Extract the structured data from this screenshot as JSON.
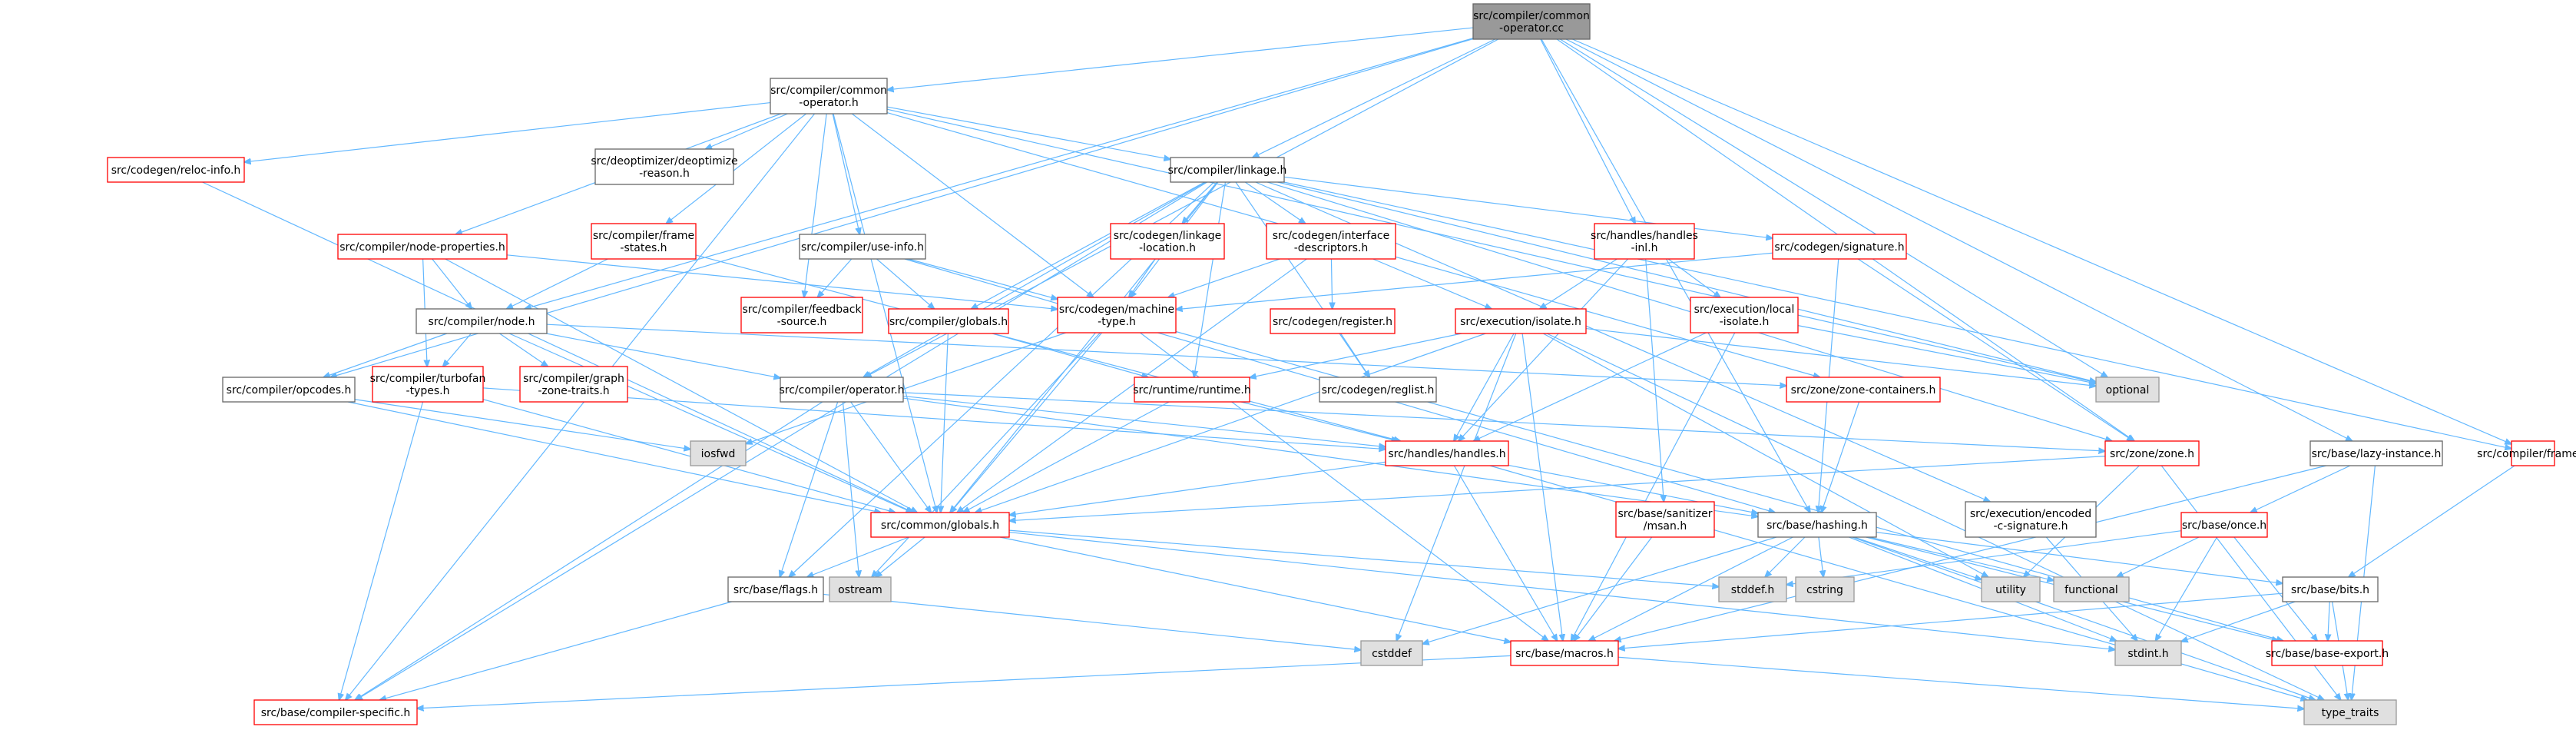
{
  "colors": {
    "edge": "#63b8ff",
    "border_black": "#666666",
    "border_red": "#ff0000",
    "border_gray": "#999999",
    "fill_white": "#ffffff",
    "fill_gray": "#e0e0e0",
    "fill_root": "#999999"
  },
  "nodes": [
    {
      "id": "root",
      "lines": [
        "src/compiler/common",
        "-operator.cc"
      ],
      "style": "root"
    },
    {
      "id": "common_operator_h",
      "lines": [
        "src/compiler/common",
        "-operator.h"
      ],
      "style": "black"
    },
    {
      "id": "reloc_info",
      "lines": [
        "src/codegen/reloc-info.h"
      ],
      "style": "red"
    },
    {
      "id": "deoptimize_reason",
      "lines": [
        "src/deoptimizer/deoptimize",
        "-reason.h"
      ],
      "style": "black"
    },
    {
      "id": "linkage",
      "lines": [
        "src/compiler/linkage.h"
      ],
      "style": "black"
    },
    {
      "id": "node_properties",
      "lines": [
        "src/compiler/node-properties.h"
      ],
      "style": "red"
    },
    {
      "id": "frame_states",
      "lines": [
        "src/compiler/frame",
        "-states.h"
      ],
      "style": "red"
    },
    {
      "id": "use_info",
      "lines": [
        "src/compiler/use-info.h"
      ],
      "style": "black"
    },
    {
      "id": "linkage_location",
      "lines": [
        "src/codegen/linkage",
        "-location.h"
      ],
      "style": "red"
    },
    {
      "id": "interface_descriptors",
      "lines": [
        "src/codegen/interface",
        "-descriptors.h"
      ],
      "style": "red"
    },
    {
      "id": "handles_inl",
      "lines": [
        "src/handles/handles",
        "-inl.h"
      ],
      "style": "red"
    },
    {
      "id": "signature",
      "lines": [
        "src/codegen/signature.h"
      ],
      "style": "red"
    },
    {
      "id": "node_h",
      "lines": [
        "src/compiler/node.h"
      ],
      "style": "black"
    },
    {
      "id": "feedback_source",
      "lines": [
        "src/compiler/feedback",
        "-source.h"
      ],
      "style": "red"
    },
    {
      "id": "globals_compiler",
      "lines": [
        "src/compiler/globals.h"
      ],
      "style": "red"
    },
    {
      "id": "machine_type",
      "lines": [
        "src/codegen/machine",
        "-type.h"
      ],
      "style": "red"
    },
    {
      "id": "register_h",
      "lines": [
        "src/codegen/register.h"
      ],
      "style": "red"
    },
    {
      "id": "isolate",
      "lines": [
        "src/execution/isolate.h"
      ],
      "style": "red"
    },
    {
      "id": "local_isolate",
      "lines": [
        "src/execution/local",
        "-isolate.h"
      ],
      "style": "red"
    },
    {
      "id": "optional",
      "lines": [
        "optional"
      ],
      "style": "gray"
    },
    {
      "id": "opcodes",
      "lines": [
        "src/compiler/opcodes.h"
      ],
      "style": "black"
    },
    {
      "id": "turbofan_types",
      "lines": [
        "src/compiler/turbofan",
        "-types.h"
      ],
      "style": "red"
    },
    {
      "id": "graph_zone_traits",
      "lines": [
        "src/compiler/graph",
        "-zone-traits.h"
      ],
      "style": "red"
    },
    {
      "id": "operator_h",
      "lines": [
        "src/compiler/operator.h"
      ],
      "style": "black"
    },
    {
      "id": "runtime",
      "lines": [
        "src/runtime/runtime.h"
      ],
      "style": "red"
    },
    {
      "id": "reglist",
      "lines": [
        "src/codegen/reglist.h"
      ],
      "style": "black"
    },
    {
      "id": "zone_containers",
      "lines": [
        "src/zone/zone-containers.h"
      ],
      "style": "red"
    },
    {
      "id": "iosfwd",
      "lines": [
        "iosfwd"
      ],
      "style": "gray"
    },
    {
      "id": "handles_h",
      "lines": [
        "src/handles/handles.h"
      ],
      "style": "red"
    },
    {
      "id": "zone_h",
      "lines": [
        "src/zone/zone.h"
      ],
      "style": "red"
    },
    {
      "id": "lazy_instance",
      "lines": [
        "src/base/lazy-instance.h"
      ],
      "style": "black"
    },
    {
      "id": "compiler_frame",
      "lines": [
        "src/compiler/frame.h"
      ],
      "style": "red"
    },
    {
      "id": "common_globals",
      "lines": [
        "src/common/globals.h"
      ],
      "style": "red"
    },
    {
      "id": "msan",
      "lines": [
        "src/base/sanitizer",
        "/msan.h"
      ],
      "style": "red"
    },
    {
      "id": "hashing",
      "lines": [
        "src/base/hashing.h"
      ],
      "style": "black"
    },
    {
      "id": "encoded_c_signature",
      "lines": [
        "src/execution/encoded",
        "-c-signature.h"
      ],
      "style": "black"
    },
    {
      "id": "once",
      "lines": [
        "src/base/once.h"
      ],
      "style": "red"
    },
    {
      "id": "flags",
      "lines": [
        "src/base/flags.h"
      ],
      "style": "black"
    },
    {
      "id": "ostream",
      "lines": [
        "ostream"
      ],
      "style": "gray"
    },
    {
      "id": "stddef",
      "lines": [
        "stddef.h"
      ],
      "style": "gray"
    },
    {
      "id": "cstring",
      "lines": [
        "cstring"
      ],
      "style": "gray"
    },
    {
      "id": "utility",
      "lines": [
        "utility"
      ],
      "style": "gray"
    },
    {
      "id": "functional",
      "lines": [
        "functional"
      ],
      "style": "gray"
    },
    {
      "id": "bits",
      "lines": [
        "src/base/bits.h"
      ],
      "style": "black"
    },
    {
      "id": "cstddef",
      "lines": [
        "cstddef"
      ],
      "style": "gray"
    },
    {
      "id": "macros",
      "lines": [
        "src/base/macros.h"
      ],
      "style": "red"
    },
    {
      "id": "stdint",
      "lines": [
        "stdint.h"
      ],
      "style": "gray"
    },
    {
      "id": "base_export",
      "lines": [
        "src/base/base-export.h"
      ],
      "style": "red"
    },
    {
      "id": "compiler_specific",
      "lines": [
        "src/base/compiler-specific.h"
      ],
      "style": "red"
    },
    {
      "id": "type_traits",
      "lines": [
        "type_traits"
      ],
      "style": "gray"
    }
  ],
  "edges": [
    [
      "root",
      "common_operator_h"
    ],
    [
      "root",
      "linkage"
    ],
    [
      "root",
      "handles_inl"
    ],
    [
      "root",
      "optional"
    ],
    [
      "root",
      "zone_h"
    ],
    [
      "root",
      "lazy_instance"
    ],
    [
      "root",
      "compiler_frame"
    ],
    [
      "root",
      "node_h"
    ],
    [
      "root",
      "opcodes"
    ],
    [
      "root",
      "operator_h"
    ],
    [
      "root",
      "hashing"
    ],
    [
      "common_operator_h",
      "reloc_info"
    ],
    [
      "common_operator_h",
      "deoptimize_reason"
    ],
    [
      "common_operator_h",
      "linkage"
    ],
    [
      "common_operator_h",
      "node_properties"
    ],
    [
      "common_operator_h",
      "frame_states"
    ],
    [
      "common_operator_h",
      "use_info"
    ],
    [
      "common_operator_h",
      "feedback_source"
    ],
    [
      "common_operator_h",
      "machine_type"
    ],
    [
      "common_operator_h",
      "optional"
    ],
    [
      "common_operator_h",
      "compiler_specific"
    ],
    [
      "common_operator_h",
      "common_globals"
    ],
    [
      "common_operator_h",
      "zone_containers"
    ],
    [
      "reloc_info",
      "common_globals"
    ],
    [
      "linkage",
      "linkage_location"
    ],
    [
      "linkage",
      "interface_descriptors"
    ],
    [
      "linkage",
      "signature"
    ],
    [
      "linkage",
      "globals_compiler"
    ],
    [
      "linkage",
      "machine_type"
    ],
    [
      "linkage",
      "runtime"
    ],
    [
      "linkage",
      "reglist"
    ],
    [
      "linkage",
      "operator_h"
    ],
    [
      "linkage",
      "optional"
    ],
    [
      "linkage",
      "zone_h"
    ],
    [
      "linkage",
      "encoded_c_signature"
    ],
    [
      "linkage",
      "compiler_frame"
    ],
    [
      "linkage",
      "common_globals"
    ],
    [
      "linkage",
      "compiler_specific"
    ],
    [
      "linkage",
      "flags"
    ],
    [
      "node_properties",
      "node_h"
    ],
    [
      "node_properties",
      "turbofan_types"
    ],
    [
      "node_properties",
      "machine_type"
    ],
    [
      "node_properties",
      "common_globals"
    ],
    [
      "frame_states",
      "node_h"
    ],
    [
      "frame_states",
      "handles_h"
    ],
    [
      "use_info",
      "feedback_source"
    ],
    [
      "use_info",
      "globals_compiler"
    ],
    [
      "use_info",
      "machine_type"
    ],
    [
      "use_info",
      "hashing"
    ],
    [
      "linkage_location",
      "machine_type"
    ],
    [
      "interface_descriptors",
      "register_h"
    ],
    [
      "interface_descriptors",
      "isolate"
    ],
    [
      "interface_descriptors",
      "machine_type"
    ],
    [
      "interface_descriptors",
      "common_globals"
    ],
    [
      "handles_inl",
      "isolate"
    ],
    [
      "handles_inl",
      "local_isolate"
    ],
    [
      "handles_inl",
      "handles_h"
    ],
    [
      "handles_inl",
      "msan"
    ],
    [
      "signature",
      "machine_type"
    ],
    [
      "signature",
      "zone_h"
    ],
    [
      "signature",
      "hashing"
    ],
    [
      "node_h",
      "opcodes"
    ],
    [
      "node_h",
      "turbofan_types"
    ],
    [
      "node_h",
      "graph_zone_traits"
    ],
    [
      "node_h",
      "operator_h"
    ],
    [
      "node_h",
      "zone_containers"
    ],
    [
      "node_h",
      "common_globals"
    ],
    [
      "globals_compiler",
      "runtime"
    ],
    [
      "globals_compiler",
      "common_globals"
    ],
    [
      "machine_type",
      "common_globals"
    ],
    [
      "machine_type",
      "iosfwd"
    ],
    [
      "machine_type",
      "macros"
    ],
    [
      "machine_type",
      "base_export"
    ],
    [
      "machine_type",
      "ostream"
    ],
    [
      "register_h",
      "reglist"
    ],
    [
      "isolate",
      "handles_h"
    ],
    [
      "isolate",
      "runtime"
    ],
    [
      "isolate",
      "common_globals"
    ],
    [
      "isolate",
      "cstddef"
    ],
    [
      "isolate",
      "macros"
    ],
    [
      "isolate",
      "optional"
    ],
    [
      "isolate",
      "utility"
    ],
    [
      "isolate",
      "type_traits"
    ],
    [
      "local_isolate",
      "handles_h"
    ],
    [
      "local_isolate",
      "macros"
    ],
    [
      "local_isolate",
      "optional"
    ],
    [
      "opcodes",
      "iosfwd"
    ],
    [
      "opcodes",
      "common_globals"
    ],
    [
      "turbofan_types",
      "common_globals"
    ],
    [
      "turbofan_types",
      "compiler_specific"
    ],
    [
      "turbofan_types",
      "handles_h"
    ],
    [
      "operator_h",
      "flags"
    ],
    [
      "operator_h",
      "ostream"
    ],
    [
      "operator_h",
      "common_globals"
    ],
    [
      "operator_h",
      "handles_h"
    ],
    [
      "operator_h",
      "zone_h"
    ],
    [
      "operator_h",
      "compiler_specific"
    ],
    [
      "operator_h",
      "hashing"
    ],
    [
      "runtime",
      "handles_h"
    ],
    [
      "runtime",
      "common_globals"
    ],
    [
      "zone_containers",
      "hashing"
    ],
    [
      "handles_h",
      "common_globals"
    ],
    [
      "handles_h",
      "hashing"
    ],
    [
      "handles_h",
      "macros"
    ],
    [
      "handles_h",
      "type_traits"
    ],
    [
      "zone_h",
      "common_globals"
    ],
    [
      "zone_h",
      "type_traits"
    ],
    [
      "zone_h",
      "utility"
    ],
    [
      "lazy_instance",
      "once"
    ],
    [
      "lazy_instance",
      "macros"
    ],
    [
      "lazy_instance",
      "type_traits"
    ],
    [
      "compiler_frame",
      "bits"
    ],
    [
      "common_globals",
      "flags"
    ],
    [
      "common_globals",
      "ostream"
    ],
    [
      "common_globals",
      "stddef"
    ],
    [
      "common_globals",
      "macros"
    ],
    [
      "common_globals",
      "stdint"
    ],
    [
      "msan",
      "macros"
    ],
    [
      "hashing",
      "stddef"
    ],
    [
      "hashing",
      "cstring"
    ],
    [
      "hashing",
      "utility"
    ],
    [
      "hashing",
      "functional"
    ],
    [
      "hashing",
      "bits"
    ],
    [
      "hashing",
      "macros"
    ],
    [
      "hashing",
      "cstddef"
    ],
    [
      "hashing",
      "stdint"
    ],
    [
      "hashing",
      "type_traits"
    ],
    [
      "hashing",
      "base_export"
    ],
    [
      "encoded_c_signature",
      "stdint"
    ],
    [
      "once",
      "stddef"
    ],
    [
      "once",
      "functional"
    ],
    [
      "once",
      "stdint"
    ],
    [
      "once",
      "base_export"
    ],
    [
      "flags",
      "cstddef"
    ],
    [
      "flags",
      "compiler_specific"
    ],
    [
      "bits",
      "macros"
    ],
    [
      "bits",
      "stdint"
    ],
    [
      "bits",
      "type_traits"
    ],
    [
      "bits",
      "base_export"
    ],
    [
      "macros",
      "compiler_specific"
    ],
    [
      "macros",
      "type_traits"
    ]
  ]
}
